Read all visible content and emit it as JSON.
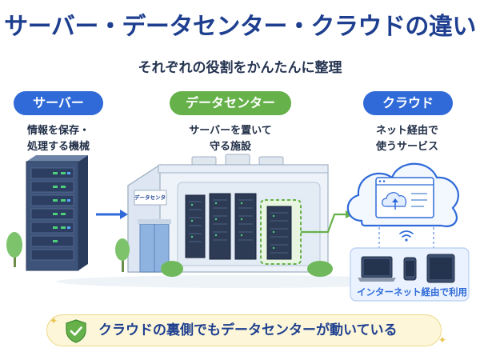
{
  "title": "サーバー・データセンター・クラウドの違い",
  "subtitle": "それぞれの役割をかんたんに整理",
  "columns": {
    "server": {
      "label": "サーバー",
      "desc_line1": "情報を保存・",
      "desc_line2": "処理する機械"
    },
    "datacenter": {
      "label": "データセンター",
      "desc_line1": "サーバーを置いて",
      "desc_line2": "守る施設",
      "sign": "データセンター"
    },
    "cloud": {
      "label": "クラウド",
      "desc_line1": "ネット経由で",
      "desc_line2": "使うサービス",
      "devices_caption": "インターネット経由で利用"
    }
  },
  "banner": {
    "text": "クラウドの裏側でもデータセンターが動いている",
    "icon": "shield-check-icon"
  },
  "colors": {
    "title": "#1e3f8f",
    "blue_pill": "#2f6ad8",
    "green_pill": "#66b14a",
    "banner_bg": "#fdf6d8"
  }
}
